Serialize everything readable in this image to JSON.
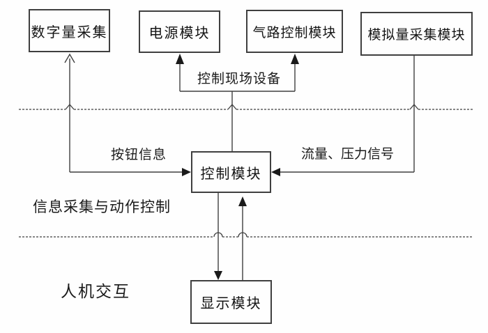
{
  "diagram": {
    "title": "control-system-block-diagram",
    "boxes": {
      "digital_acquisition": "数字量采集",
      "power_module": "电源模块",
      "pneumatic_control_module": "气路控制模块",
      "analog_acquisition_module": "模拟量采集模块",
      "control_module": "控制模块",
      "display_module": "显示模块"
    },
    "labels": {
      "control_field_devices": "控制现场设备",
      "button_info": "按钮信息",
      "flow_pressure_signal": "流量、压力信号",
      "section_info_collection": "信息采集与动作控制",
      "section_hmi": "人机交互"
    },
    "colors": {
      "line": "#3f3f3f",
      "box_border": "#3f3f3f",
      "text": "#1a1a1a",
      "background": "#fefefe"
    }
  }
}
